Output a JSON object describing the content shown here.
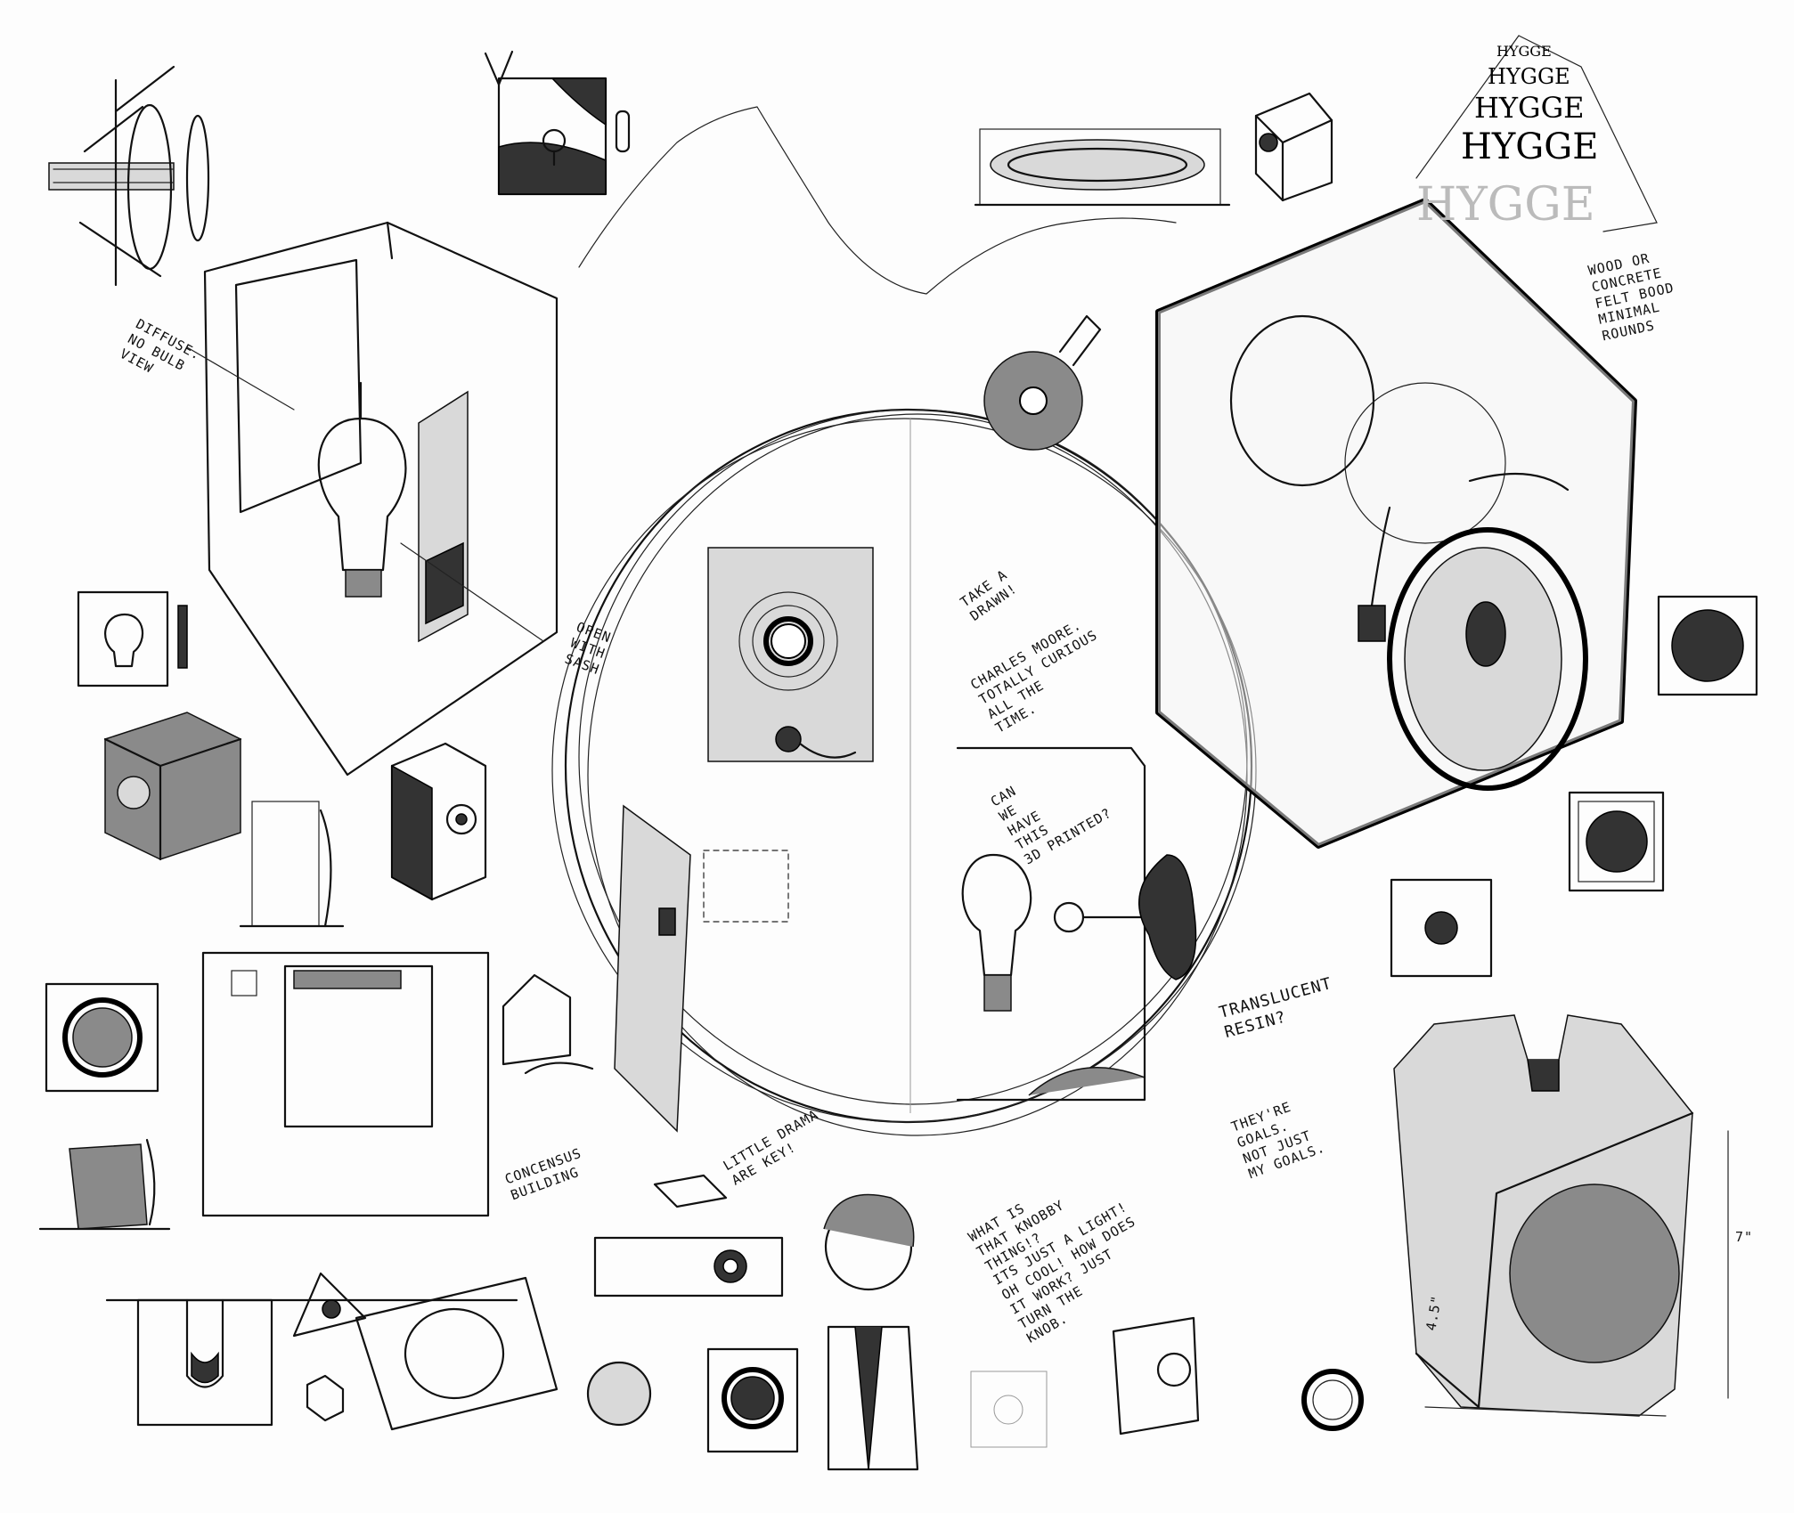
{
  "notes": {
    "diffuse": "DIFFUSE.\nNO BULB\nVIEW",
    "open_sash": "OPEN\nWITH\nSASH",
    "take_a_drawn": "TAKE A\nDRAWN!",
    "charles_moore": "CHARLES MOORE.\nTOTALLY CURIOUS\nALL THE\nTIME.",
    "3d_printed": "CAN\nWE\nHAVE\nTHIS\n3D PRINTED?",
    "translucent_resin": "TRANSLUCENT\nRESIN?",
    "little_drama": "LITTLE DRAMA\nARE KEY!",
    "consensus_building": "CONCENSUS\nBUILDING",
    "knobby_thing": "WHAT IS\nTHAT KNOBBY\nTHING!?\nITS JUST A LIGHT!\nOH COOL! HOW DOES\nIT WORK? JUST\nTURN THE\nKNOB.",
    "theyre_goals": "THEY'RE\nGOALS.\nNOT JUST\nMY GOALS.",
    "hygge": [
      "HYGGE",
      "HYGGE",
      "HYGGE",
      "HYGGE",
      "HYGGE"
    ],
    "materials": "WOOD OR\nCONCRETE\nFELT BOOD\nMINIMAL\nROUNDS",
    "dim_height": "7\"",
    "dim_width": "4.5\""
  },
  "colors": {
    "ink": "#111111",
    "paper": "#fdfdfd",
    "shade": "#333333"
  }
}
